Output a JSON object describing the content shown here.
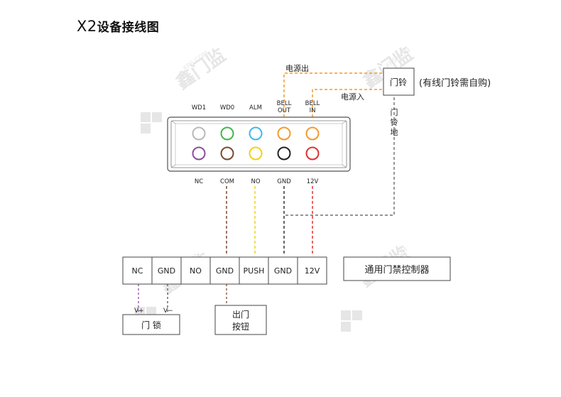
{
  "title": {
    "model": "X2",
    "text": "设备接线图"
  },
  "device": {
    "top_pins": [
      "WD1",
      "WD0",
      "ALM",
      "BELL OUT",
      "BELL IN"
    ],
    "bottom_pins": [
      "NC",
      "COM",
      "NO",
      "GND",
      "12V"
    ],
    "top_colors": [
      "#b8b8b8",
      "#43b649",
      "#46b5e3",
      "#f39a2c",
      "#f39a2c"
    ],
    "bottom_colors": [
      "#8b4da0",
      "#7a4a30",
      "#f2d01c",
      "#222222",
      "#e0312f"
    ]
  },
  "bell": {
    "label": "门铃",
    "note": "(有线门铃需自购)",
    "power_out": "电源出",
    "power_in": "电源入",
    "ground": "门铃地"
  },
  "terminal": {
    "cells": [
      "NC",
      "GND",
      "NO",
      "GND",
      "PUSH",
      "GND",
      "12V"
    ]
  },
  "controller": {
    "label": "通用门禁控制器"
  },
  "lock": {
    "label": "门 锁",
    "v_plus": "V+",
    "v_minus": "V−"
  },
  "exit_button": {
    "line1": "出门",
    "line2": "按钮"
  },
  "watermark": {
    "text": "鑫门监",
    "domain": "XPS.COM"
  },
  "colors": {
    "orange_wire": "#f39a2c",
    "yellow_wire": "#f2d01c",
    "red_wire": "#e0312f",
    "brown_wire": "#7a4a30",
    "black_wire": "#333333",
    "purple_wire": "#8b4da0",
    "gray_wire": "#555555"
  }
}
